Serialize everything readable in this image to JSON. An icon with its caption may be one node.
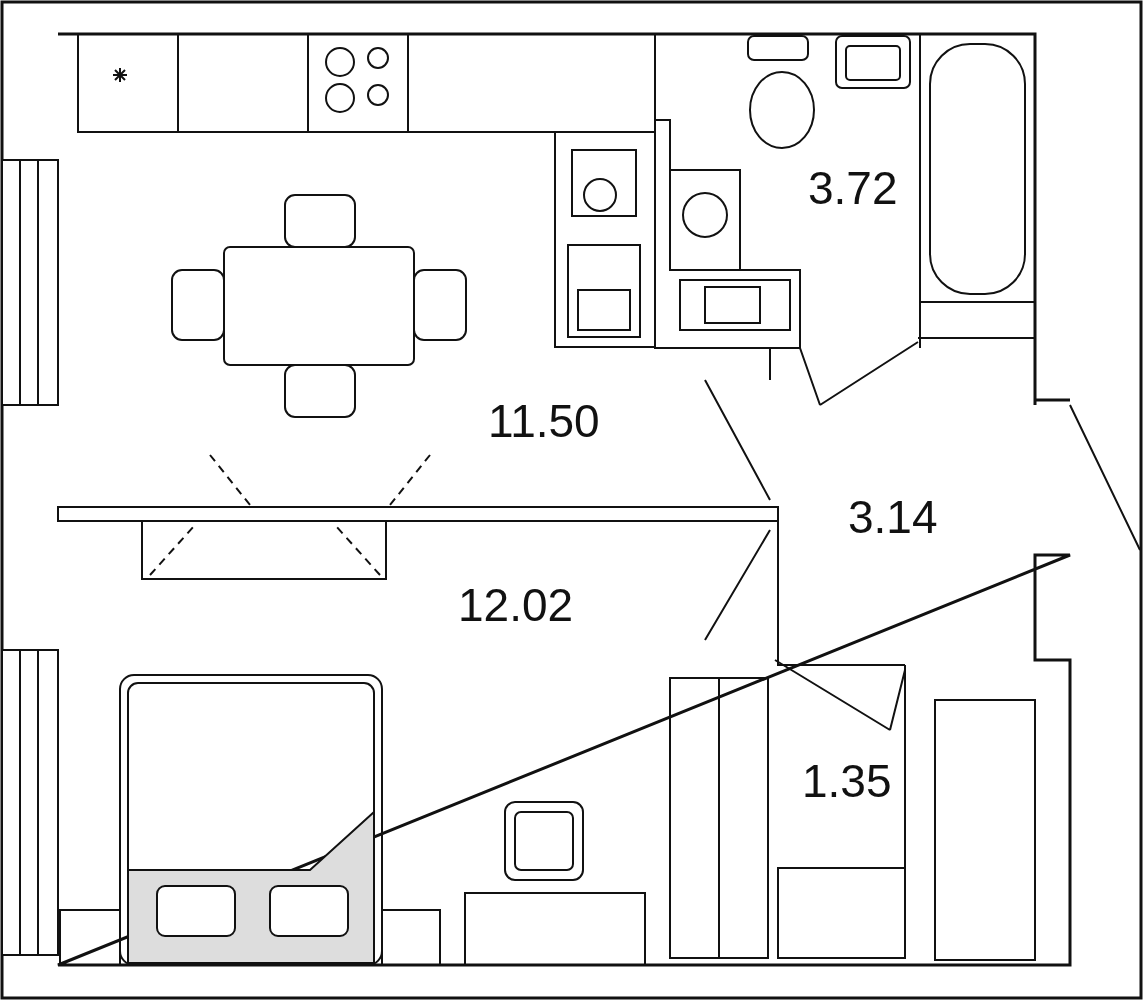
{
  "diagram": {
    "labels": [
      "3.72",
      "11.50",
      "3.14",
      "12.02",
      "1.35"
    ]
  }
}
